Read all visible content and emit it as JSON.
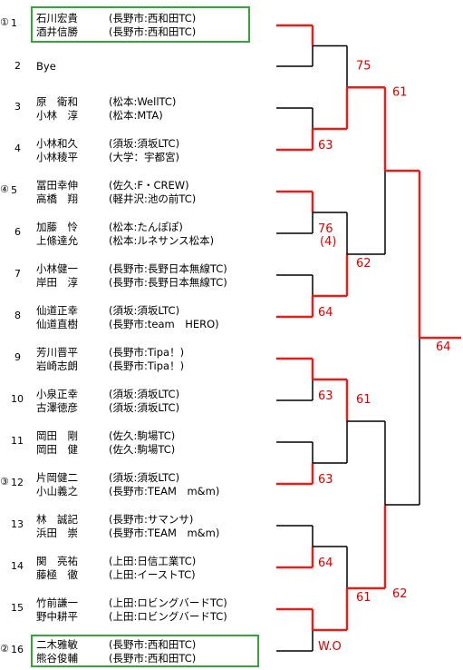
{
  "entries": [
    {
      "no": "1",
      "seed": "①",
      "players": [
        "石川宏貴",
        "酒井信勝"
      ],
      "clubs": [
        "(長野市:西和田TC)",
        "(長野市:西和田TC)"
      ]
    },
    {
      "no": "2",
      "seed": "",
      "players": [
        "Bye",
        ""
      ],
      "clubs": [
        "",
        ""
      ]
    },
    {
      "no": "3",
      "seed": "",
      "players": [
        "原　衛和",
        "小林　淳"
      ],
      "clubs": [
        "(松本:WellTC)",
        "(松本:MTA)"
      ]
    },
    {
      "no": "4",
      "seed": "",
      "players": [
        "小林和久",
        "小林稜平"
      ],
      "clubs": [
        "(須坂:須坂LTC)",
        "(大学：宇都宮)"
      ]
    },
    {
      "no": "5",
      "seed": "④",
      "players": [
        "冨田幸伸",
        "高橋　翔"
      ],
      "clubs": [
        "(佐久:F・CREW)",
        "(軽井沢:池の前TC)"
      ]
    },
    {
      "no": "6",
      "seed": "",
      "players": [
        "加藤　怜",
        "上條達允"
      ],
      "clubs": [
        "(松本:たんぽぽ)",
        "(松本:ルネサンス松本)"
      ]
    },
    {
      "no": "7",
      "seed": "",
      "players": [
        "小林健一",
        "岸田　淳"
      ],
      "clubs": [
        "(長野市:長野日本無線TC)",
        "(長野市:長野日本無線TC)"
      ]
    },
    {
      "no": "8",
      "seed": "",
      "players": [
        "仙道正幸",
        "仙道直樹"
      ],
      "clubs": [
        "(須坂:須坂LTC)",
        "(長野市:team　HERO)"
      ]
    },
    {
      "no": "9",
      "seed": "",
      "players": [
        "芳川晋平",
        "岩崎志朗"
      ],
      "clubs": [
        "(長野市:Tipa！)",
        "(長野市:Tipa！)"
      ]
    },
    {
      "no": "10",
      "seed": "",
      "players": [
        "小泉正幸",
        "古澤徳彦"
      ],
      "clubs": [
        "(須坂:須坂LTC)",
        "(須坂:須坂LTC)"
      ]
    },
    {
      "no": "11",
      "seed": "",
      "players": [
        "岡田　剛",
        "岡田　健"
      ],
      "clubs": [
        "(佐久:駒場TC)",
        "(佐久:駒場TC)"
      ]
    },
    {
      "no": "12",
      "seed": "③",
      "players": [
        "片岡健二",
        "小山義之"
      ],
      "clubs": [
        "(須坂:須坂LTC)",
        "(長野市:TEAM　m&m)"
      ]
    },
    {
      "no": "13",
      "seed": "",
      "players": [
        "林　誠記",
        "浜田　崇"
      ],
      "clubs": [
        "(長野市:サマンサ)",
        "(長野市:TEAM　m&m)"
      ]
    },
    {
      "no": "14",
      "seed": "",
      "players": [
        "関　亮祐",
        "藤極　徹"
      ],
      "clubs": [
        "(上田:日信工業TC)",
        "(上田:イーストTC)"
      ]
    },
    {
      "no": "15",
      "seed": "",
      "players": [
        "竹前謙一",
        "野中耕平"
      ],
      "clubs": [
        "(上田:ロビングバードTC)",
        "(上田:ロビングバードTC)"
      ]
    },
    {
      "no": "16",
      "seed": "②",
      "players": [
        "二木雅敏",
        "熊谷俊輔"
      ],
      "clubs": [
        "(長野市:西和田TC)",
        "(長野市:西和田TC)"
      ]
    }
  ],
  "scores": {
    "r1": [
      "",
      "63",
      "76",
      "64",
      "63",
      "63",
      "64",
      "W.O"
    ],
    "r1_tiebreak": [
      "",
      "",
      "(4)",
      "",
      "",
      "",
      "",
      ""
    ],
    "r2": [
      "75",
      "62",
      "61",
      "61"
    ],
    "r3": [
      "61",
      "62"
    ],
    "final": "64"
  },
  "colors": {
    "winner": "#e0201c",
    "loser": "#000000",
    "seed_box": "#3aa23a"
  }
}
